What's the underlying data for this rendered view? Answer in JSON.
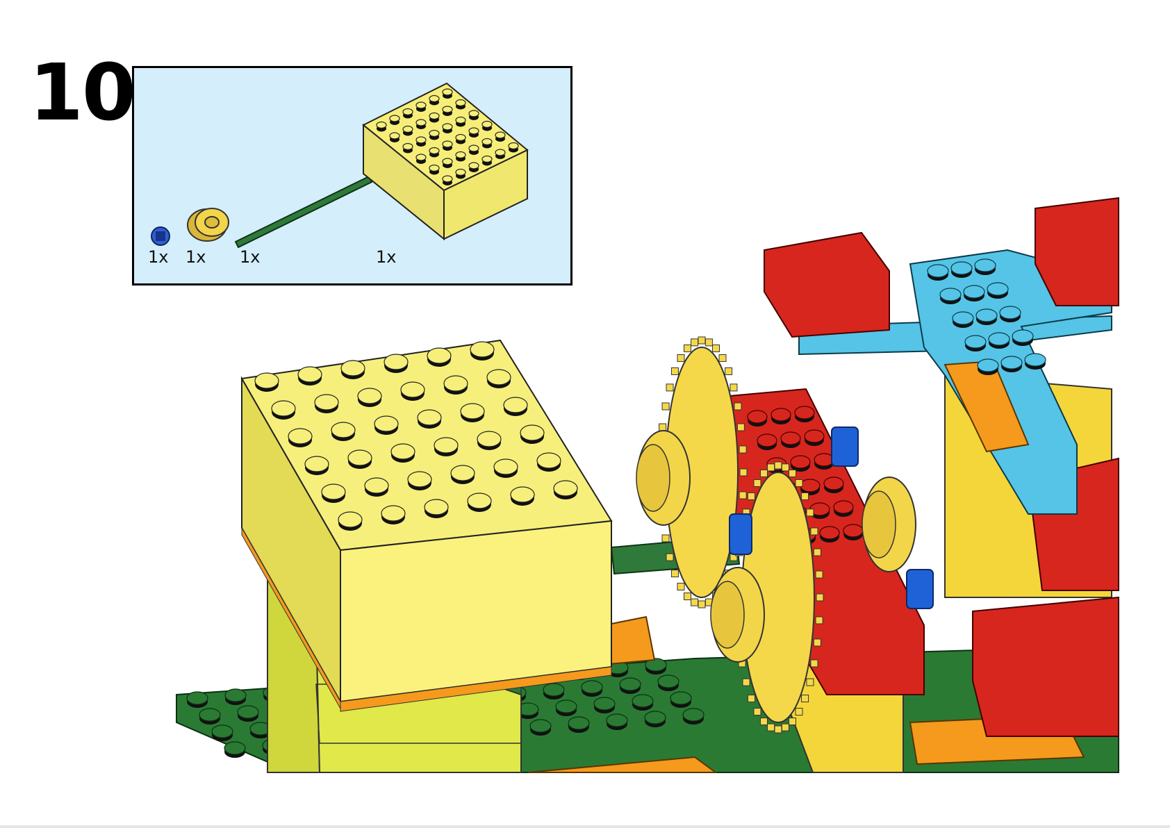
{
  "step": {
    "number": "10"
  },
  "parts": [
    {
      "name": "blue-bush",
      "quantity": "1x",
      "color": "#2f5fd0"
    },
    {
      "name": "yellow-pulley",
      "quantity": "1x",
      "color": "#f3d54a"
    },
    {
      "name": "green-axle",
      "quantity": "1x",
      "color": "#2f7a3a"
    },
    {
      "name": "yellow-brick-6x6",
      "quantity": "1x",
      "color": "#f6ee78"
    }
  ],
  "colors": {
    "parts_box_bg": "#d4eefb",
    "yellow": "#f6ef7c",
    "yellow_side": "#e3da55",
    "green_plate": "#2a7a34",
    "red": "#d7261e",
    "light_blue": "#55c4e6",
    "orange": "#f59a1d",
    "gear_yellow": "#f5d84a",
    "bush_blue": "#1f62d8"
  }
}
